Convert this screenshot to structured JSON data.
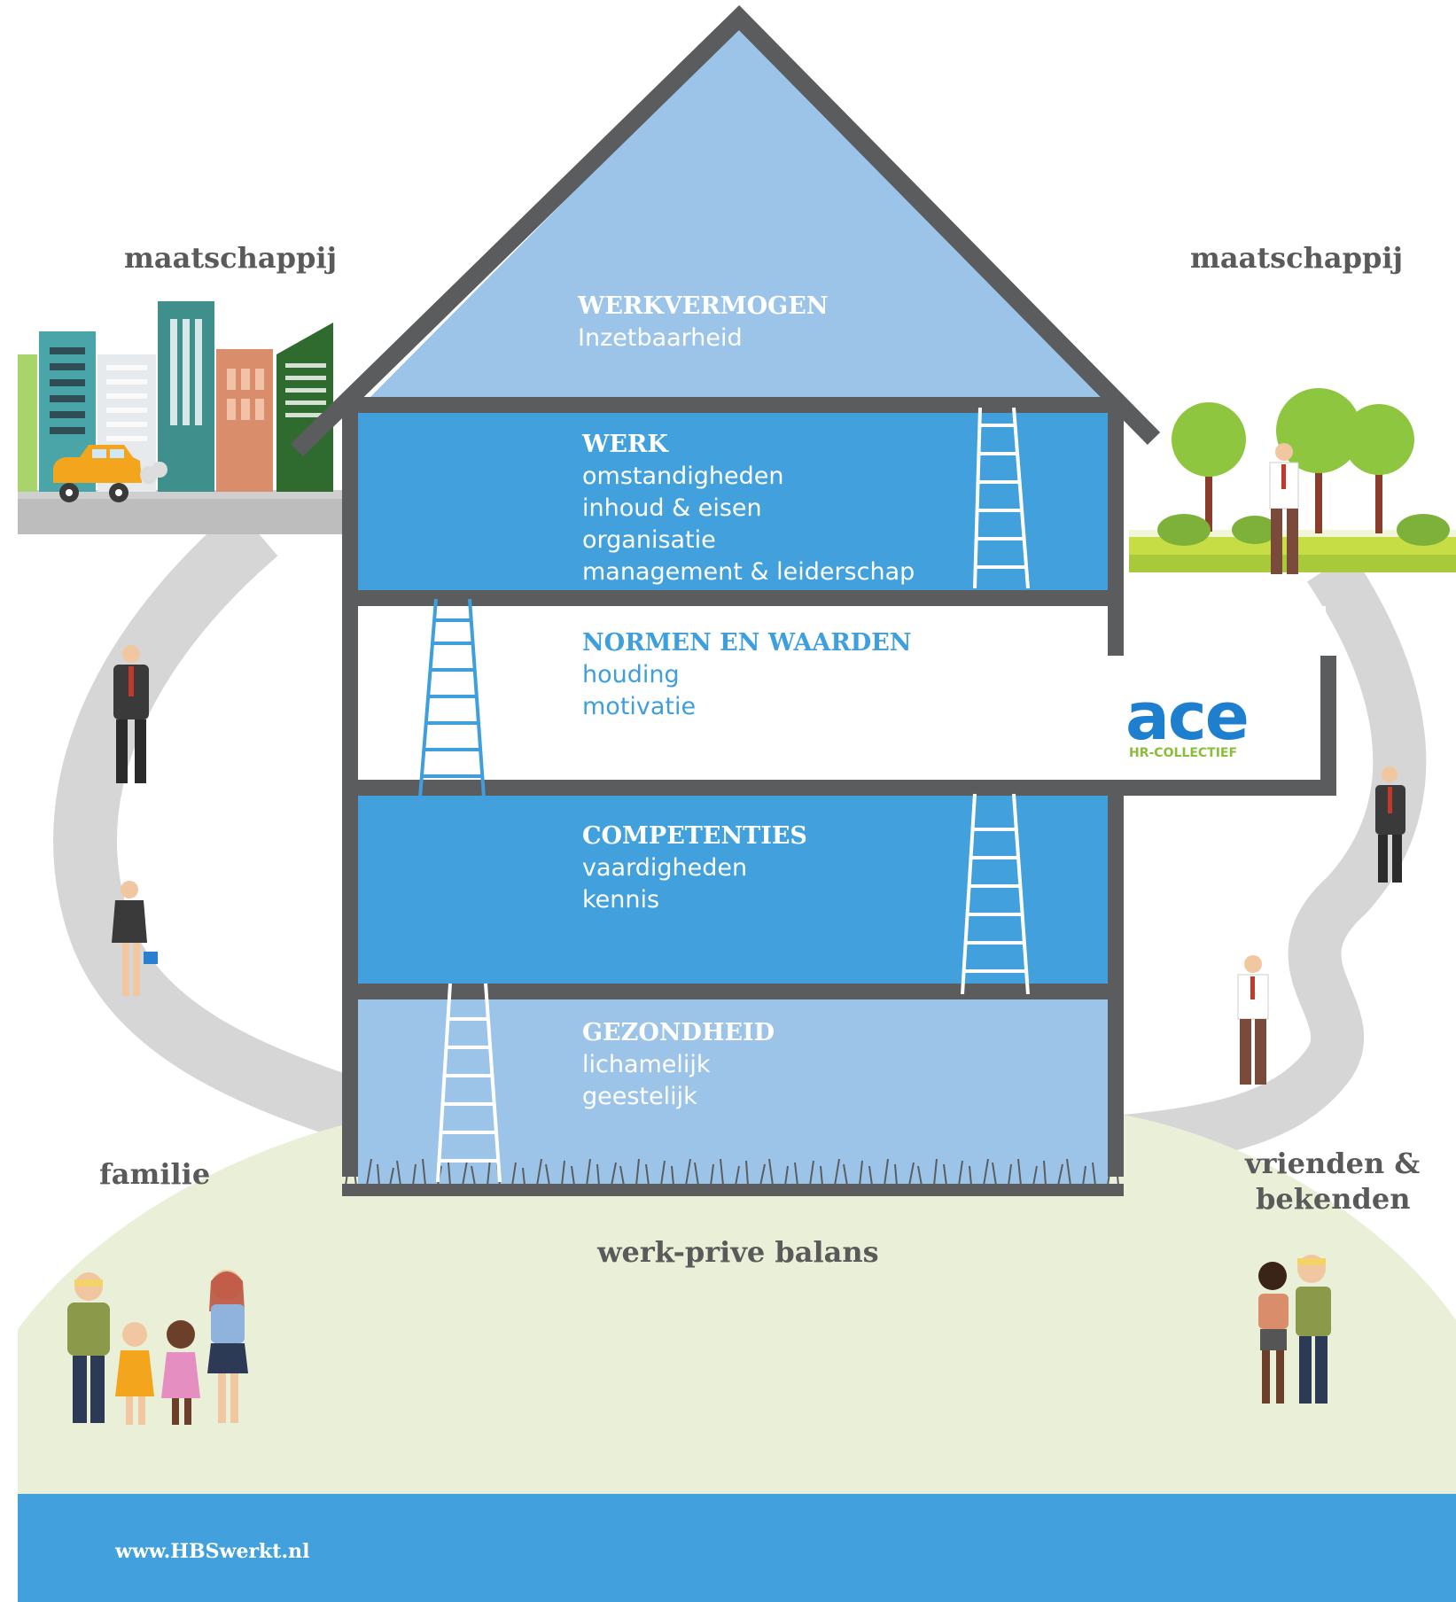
{
  "labels": {
    "society_left": "maatschappij",
    "society_right": "maatschappij",
    "family": "familie",
    "friends_line1": "vrienden &",
    "friends_line2": "bekenden",
    "balance": "werk-prive balans"
  },
  "floors": [
    {
      "title": "WERKVERMOGEN",
      "items": [
        "Inzetbaarheid"
      ]
    },
    {
      "title": "WERK",
      "items": [
        "omstandigheden",
        "inhoud & eisen",
        "organisatie",
        "management & leiderschap"
      ]
    },
    {
      "title": "NORMEN EN WAARDEN",
      "items": [
        "houding",
        "motivatie"
      ]
    },
    {
      "title": "COMPETENTIES",
      "items": [
        "vaardigheden",
        "kennis"
      ]
    },
    {
      "title": "GEZONDHEID",
      "items": [
        "lichamelijk",
        "geestelijk"
      ]
    }
  ],
  "logo": {
    "word": "ace",
    "sub": "HR-COLLECTIEF"
  },
  "footer": {
    "url": "www.HBSwerkt.nl"
  },
  "colors": {
    "light_blue": "#9cc4e8",
    "mid_blue": "#42a1dd",
    "wall": "#5b5c5e",
    "hill": "#eaf0d8",
    "road": "#d6d6d6",
    "footer": "#42a1dd"
  }
}
